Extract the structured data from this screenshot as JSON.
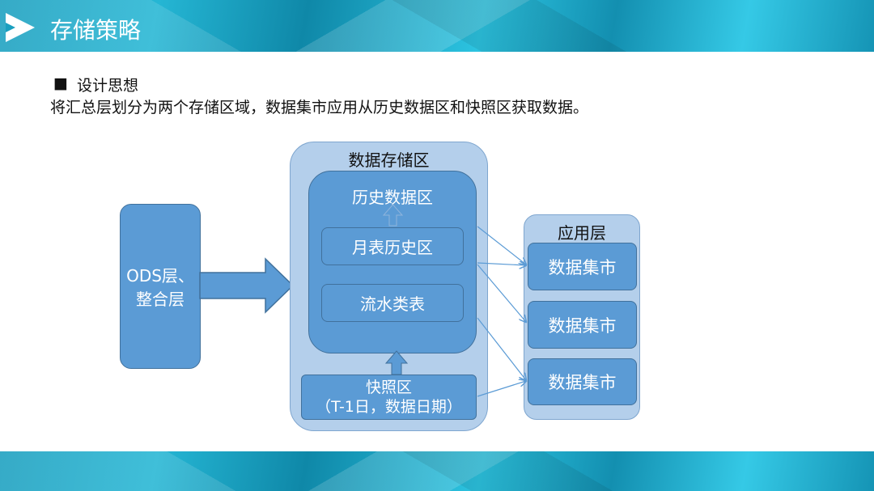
{
  "header": {
    "title": "存储策略",
    "logo_icon": "play-triangle-logo"
  },
  "content": {
    "bullet_heading": "设计思想",
    "description": "将汇总层划分为两个存储区域，数据集市应用从历史数据区和快照区获取数据。"
  },
  "diagram": {
    "source": {
      "line1": "ODS层、",
      "line2": "整合层"
    },
    "storage": {
      "title": "数据存储区",
      "history": {
        "title": "历史数据区",
        "monthly": "月表历史区",
        "flow": "流水类表"
      },
      "snapshot": {
        "line1": "快照区",
        "line2": "（T-1日，数据日期）"
      }
    },
    "app": {
      "title": "应用层",
      "marts": [
        "数据集市",
        "数据集市",
        "数据集市"
      ]
    }
  },
  "colors": {
    "box_dark": "#5b9bd5",
    "box_light": "#b4cfeb",
    "header": "#1a9fbf"
  }
}
